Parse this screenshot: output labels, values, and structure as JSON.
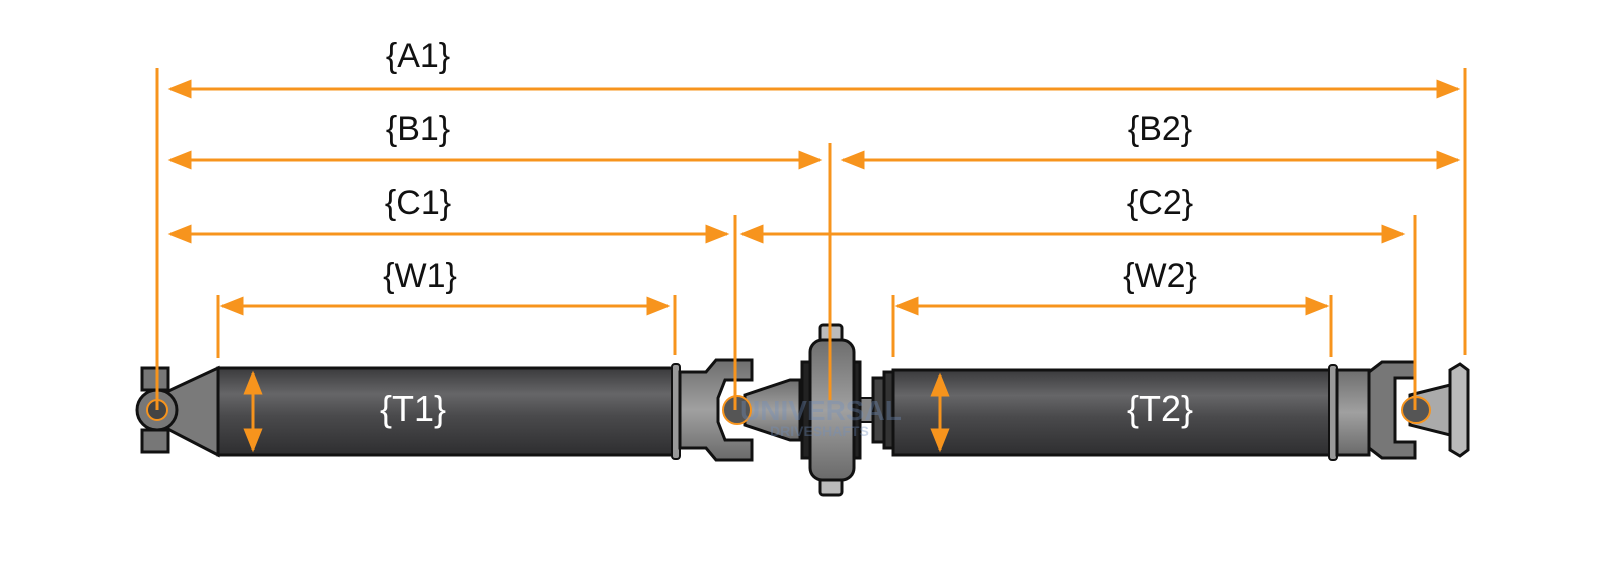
{
  "labels": {
    "a1": "{A1}",
    "b1": "{B1}",
    "b2": "{B2}",
    "c1": "{C1}",
    "c2": "{C2}",
    "w1": "{W1}",
    "w2": "{W2}",
    "t1": "{T1}",
    "t2": "{T2}"
  },
  "watermark": {
    "line1": "UNIVERSAL",
    "line2": "DRIVESHAFTS"
  },
  "colors": {
    "dimension": "#f7941d",
    "tube": "#4a4a4c",
    "metal": "#8a8a8a",
    "outline": "#111111"
  }
}
